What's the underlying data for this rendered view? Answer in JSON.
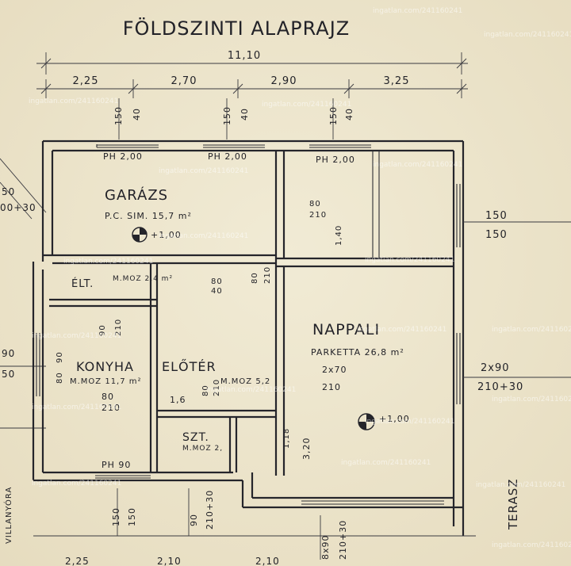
{
  "title": "FÖLDSZINTI ALAPRAJZ",
  "dimensions": {
    "total": "11,10",
    "top_segments": [
      "2,25",
      "2,70",
      "2,90",
      "3,25"
    ],
    "window_heights": [
      {
        "a": "150",
        "b": "40"
      },
      {
        "a": "150",
        "b": "40"
      },
      {
        "a": "150",
        "b": "40"
      }
    ],
    "left_edge": [
      "50",
      "00+30",
      "90",
      "50"
    ],
    "right_window": {
      "a": "150",
      "b": "150"
    },
    "right_door": {
      "a": "2x90",
      "b": "210+30"
    },
    "bottom_window_k": {
      "a": "150",
      "b": "150"
    },
    "bottom_door": {
      "a": "90",
      "b": "210+30"
    },
    "bottom_nappali_door": {
      "a": "8x90",
      "b": "210+30"
    },
    "bottom_partial": [
      "2,25",
      "2,10",
      "2,10"
    ]
  },
  "windows": [
    "PH 2,00",
    "PH 2,00",
    "PH 2,00",
    "PH 90"
  ],
  "rooms": {
    "garazs": {
      "name": "GARÁZS",
      "floor": "P.C. SIM. 15,7 m²",
      "level": "+1,00"
    },
    "elt": {
      "name": "ÉLT.",
      "floor": "M.MOZ 2,4 m²"
    },
    "konyha": {
      "name": "KONYHA",
      "floor": "M.MOZ 11,7 m²"
    },
    "eloter": {
      "name": "ELŐTÉR",
      "floor": "M.MOZ 5,2"
    },
    "szt": {
      "name": "SZT.",
      "floor": "M.MOZ 2,"
    },
    "nappali": {
      "name": "NAPPALI",
      "floor": "PARKETTA 26,8 m²",
      "level": "+1,00"
    },
    "terasz": {
      "name": "TERASZ"
    }
  },
  "door_notes": {
    "garage_inner": {
      "a": "80",
      "b": "210"
    },
    "garage_1": "1,40",
    "hall_top": {
      "a": "80",
      "b": "40"
    },
    "hall_right": {
      "a": "80",
      "b": "210"
    },
    "konyha_door": {
      "a": "90",
      "b": "210"
    },
    "konyha_side": {
      "a": "90",
      "b": "80"
    },
    "konyha_bottom": {
      "a": "80",
      "b": "210"
    },
    "nappali_door": {
      "a": "2x70",
      "b": "210"
    },
    "eloter_door": {
      "a": "80",
      "b": "210"
    },
    "small": "1,6",
    "szt_side": "1,18",
    "nappali_dim": "3,20"
  },
  "side_label": "VILLANYÓRA",
  "watermark": "ingatlan.com/241160241"
}
